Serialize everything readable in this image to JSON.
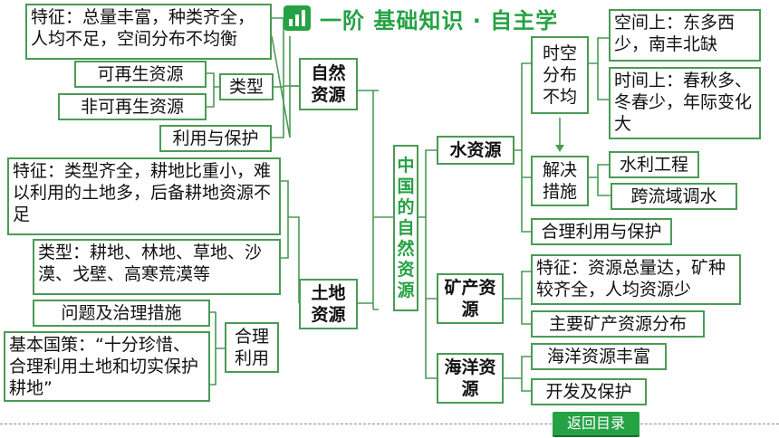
{
  "header": {
    "title": "一阶  基础知识 · 自主学"
  },
  "center": {
    "label": "中国的自然资源",
    "chars": [
      "中",
      "国",
      "的",
      "自",
      "然",
      "资",
      "源"
    ]
  },
  "natural": {
    "label": "自然资源",
    "feature": "特征：总量丰富，种类齐全，人均不足，空间分布不均衡",
    "type_label": "类型",
    "renewable": "可再生资源",
    "nonrenewable": "非可再生资源",
    "use_protect": "利用与保护"
  },
  "land": {
    "label": "土地资源",
    "feature": "特征：类型齐全，耕地比重小，难以利用的土地多，后备耕地资源不足",
    "types": "类型：耕地、林地、草地、沙漠、戈壁、高寒荒漠等",
    "problems": "问题及治理措施",
    "rational_use": "合理利用",
    "policy": "基本国策：“十分珍惜、合理利用土地和切实保护耕地”"
  },
  "water": {
    "label": "水资源",
    "uneven": "时空分布不均",
    "space": "空间上：东多西少，南丰北缺",
    "time": "时间上：春秋多、冬春少，年际变化大",
    "solution": "解决措施",
    "project": "水利工程",
    "transfer": "跨流域调水",
    "rational": "合理利用与保护"
  },
  "mineral": {
    "label": "矿产资源",
    "feature": "特征：资源总量达，矿种较齐全，人均资源少",
    "distribution": "主要矿产资源分布"
  },
  "ocean": {
    "label": "海洋资源",
    "rich": "海洋资源丰富",
    "develop": "开发及保护"
  },
  "footer": {
    "back": "返回目录"
  }
}
